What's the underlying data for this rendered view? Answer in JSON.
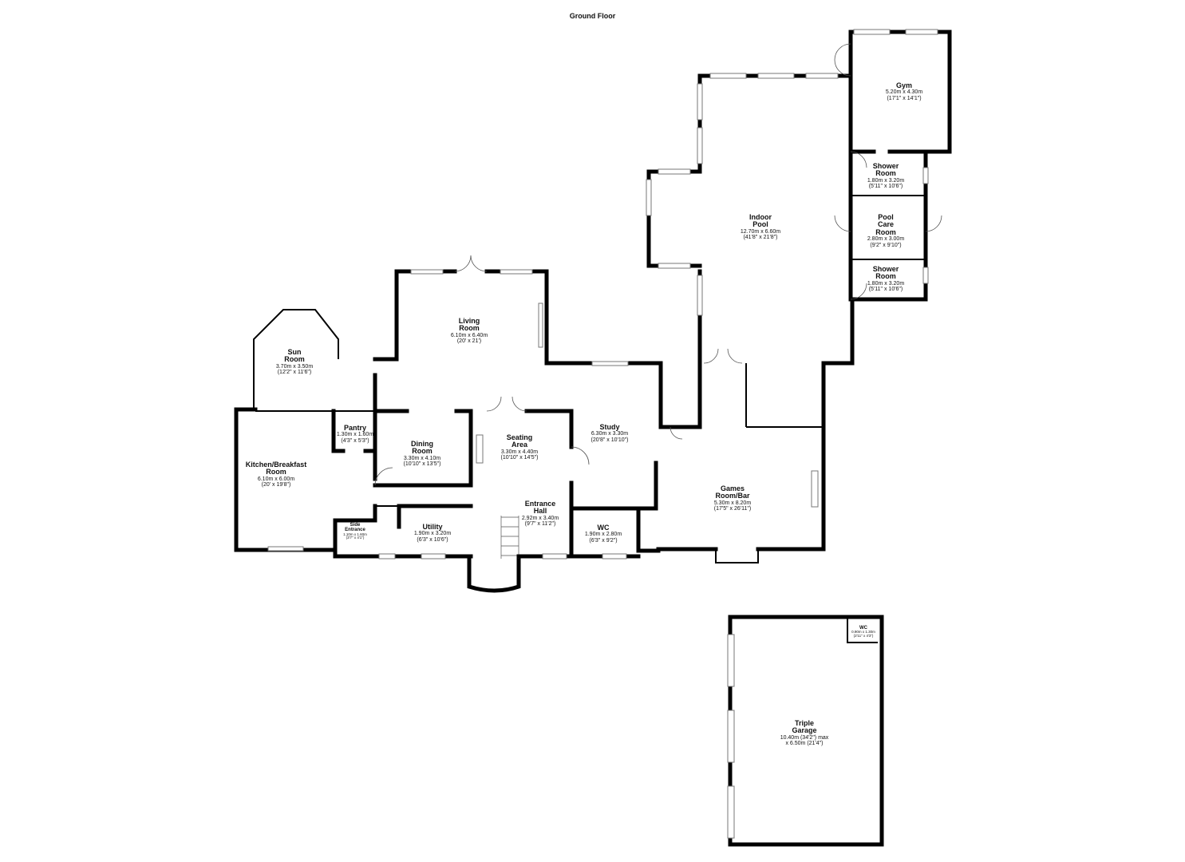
{
  "title": "Ground Floor",
  "rooms": [
    {
      "name": "Gym",
      "metric": "5.20m x 4.30m",
      "imperial": "(17'1\" x 14'1\")"
    },
    {
      "name": "Shower\nRoom",
      "metric": "1.80m x 3.20m",
      "imperial": "(5'11\" x 10'6\")"
    },
    {
      "name": "Pool\nCare\nRoom",
      "metric": "2.80m x 3.00m",
      "imperial": "(9'2\" x 9'10\")"
    },
    {
      "name": "Shower\nRoom",
      "metric": "1.80m x 3.20m",
      "imperial": "(5'11\" x 10'6\")"
    },
    {
      "name": "Indoor\nPool",
      "metric": "12.70m x 6.60m",
      "imperial": "(41'8\" x 21'8\")"
    },
    {
      "name": "Living\nRoom",
      "metric": "6.10m x 6.40m",
      "imperial": "(20' x 21')"
    },
    {
      "name": "Sun\nRoom",
      "metric": "3.70m x 3.50m",
      "imperial": "(12'2\" x 11'6\")"
    },
    {
      "name": "Pantry",
      "metric": "1.30m x 1.60m",
      "imperial": "(4'3\" x 5'3\")"
    },
    {
      "name": "Kitchen/Breakfast\nRoom",
      "metric": "6.10m x 6.00m",
      "imperial": "(20' x 19'8\")"
    },
    {
      "name": "Dining\nRoom",
      "metric": "3.30m x 4.10m",
      "imperial": "(10'10\" x 13'5\")"
    },
    {
      "name": "Seating\nArea",
      "metric": "3.30m x 4.40m",
      "imperial": "(10'10\" x 14'5\")"
    },
    {
      "name": "Study",
      "metric": "6.30m x 3.30m",
      "imperial": "(20'8\" x 10'10\")"
    },
    {
      "name": "Entrance\nHall",
      "metric": "2.92m x 3.40m",
      "imperial": "(9'7\" x 11'2\")"
    },
    {
      "name": "Utility",
      "metric": "1.90m x 3.20m",
      "imperial": "(6'3\" x 10'6\")"
    },
    {
      "name": "Side\nEntrance",
      "metric": "1.10m x 1.60m",
      "imperial": "(3'7\" x 4'1\")"
    },
    {
      "name": "WC",
      "metric": "1.90m x 2.80m",
      "imperial": "(6'3\" x 9'2\")"
    },
    {
      "name": "Games\nRoom/Bar",
      "metric": "5.30m x 8.20m",
      "imperial": "(17'5\" x 26'11\")"
    },
    {
      "name": "Triple\nGarage",
      "metric": "10.40m (34'2\") max\nx 6.50m (21'4\")",
      "imperial": ""
    },
    {
      "name": "WC",
      "metric": "0.90m x 1.30m",
      "imperial": "(2'11\" x 4'3\")"
    }
  ]
}
